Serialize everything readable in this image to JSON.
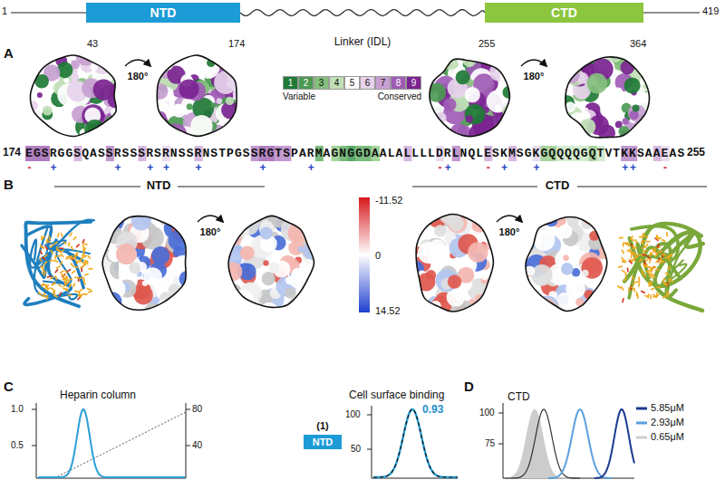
{
  "diagram": {
    "nodes": [
      {
        "text": [
          "NTD"
        ]
      },
      {
        "text": [
          "CTD"
        ]
      },
      {
        "text": [
          "(1)",
          "NTD"
        ]
      }
    ],
    "edges": [
      {
        "from": 0,
        "to": 1,
        "arrow": "none"
      }
    ],
    "labels": [
      "A",
      "1",
      "419",
      "43",
      "174",
      "Linker (IDL)",
      "255",
      "364",
      "180°",
      "Variable",
      "Conserved",
      "180°",
      "174",
      "EGSRGGSQASSRSSSRSRNSSRNSTPGSSRGTSPARMAGNGGDAALALLLLDRLNQLESKMSGKGQQQQGQTVTKKSAAEAS",
      "255",
      "-",
      "+",
      "+",
      "+",
      "+",
      "+",
      "+",
      "+",
      "-",
      "+",
      "-",
      "+",
      "+",
      "+",
      "+",
      "-",
      "B",
      "NTD",
      "180°",
      "-11.52",
      "0",
      "14.52",
      "CTD",
      "180°",
      "C",
      "Heparin column",
      "1.0",
      "0.5",
      "80",
      "40",
      "Cell surface binding",
      "100",
      "50",
      "0.93",
      "D",
      "CTD",
      "100",
      "75"
    ],
    "legend": [
      {
        "text": "1",
        "color": "#1e7a35"
      },
      {
        "text": "2",
        "color": "#4c9a52"
      },
      {
        "text": "3",
        "color": "#85bf7e"
      },
      {
        "text": "4",
        "color": "#c0dfb6"
      },
      {
        "text": "5",
        "color": "#ffffff"
      },
      {
        "text": "6",
        "color": "#e6d2ea"
      },
      {
        "text": "7",
        "color": "#c79fd1"
      },
      {
        "text": "8",
        "color": "#a05cb5"
      },
      {
        "text": "9",
        "color": "#7b2491"
      },
      {
        "text": "5.85μM"
      },
      {
        "text": "2.93μM"
      },
      {
        "text": "0.65μM"
      }
    ]
  }
}
